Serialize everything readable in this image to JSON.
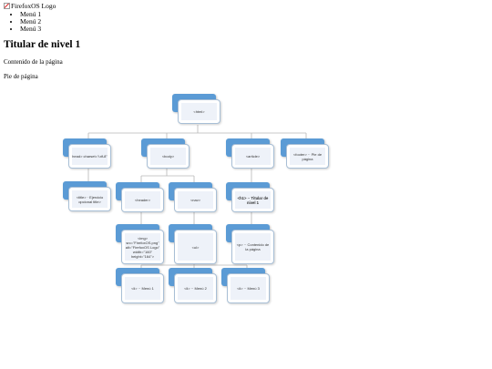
{
  "page": {
    "logo_alt": "FirefoxOS Logo",
    "menu": [
      "Menú 1",
      "Menú 2",
      "Menú 3"
    ],
    "heading": "Titular de nivel 1",
    "content": "Contenido de la página",
    "footer": "Pie de página"
  },
  "diagram": {
    "html": "<html>",
    "head": "head> charset=\"utf-8\"",
    "body": "<body>",
    "article": "<article>",
    "footer": "<footer> ·· Pie de página",
    "title": "<title> · Ejercicio opcional title>",
    "header": "<header>",
    "nav": "<nav>",
    "h1": "<h1> ·· Titular de nivel 1",
    "img": "<img> src=\"FirefoxOS.png\" alt=\"FirefoxOS Logo\" width=\"160\" height=\"164\">",
    "ul": "<ul>",
    "p": "<p> ·· Contenido de la página",
    "li1": "<li> ·· Menú 1",
    "li2": "<li> ·· Menú 2",
    "li3": "<li> ·· Menú 3"
  },
  "colors": {
    "tab": "#5b9bd5",
    "card_border": "#a8bfd6",
    "card_fill": "#eef2f9",
    "connector": "#b7b7b7"
  }
}
